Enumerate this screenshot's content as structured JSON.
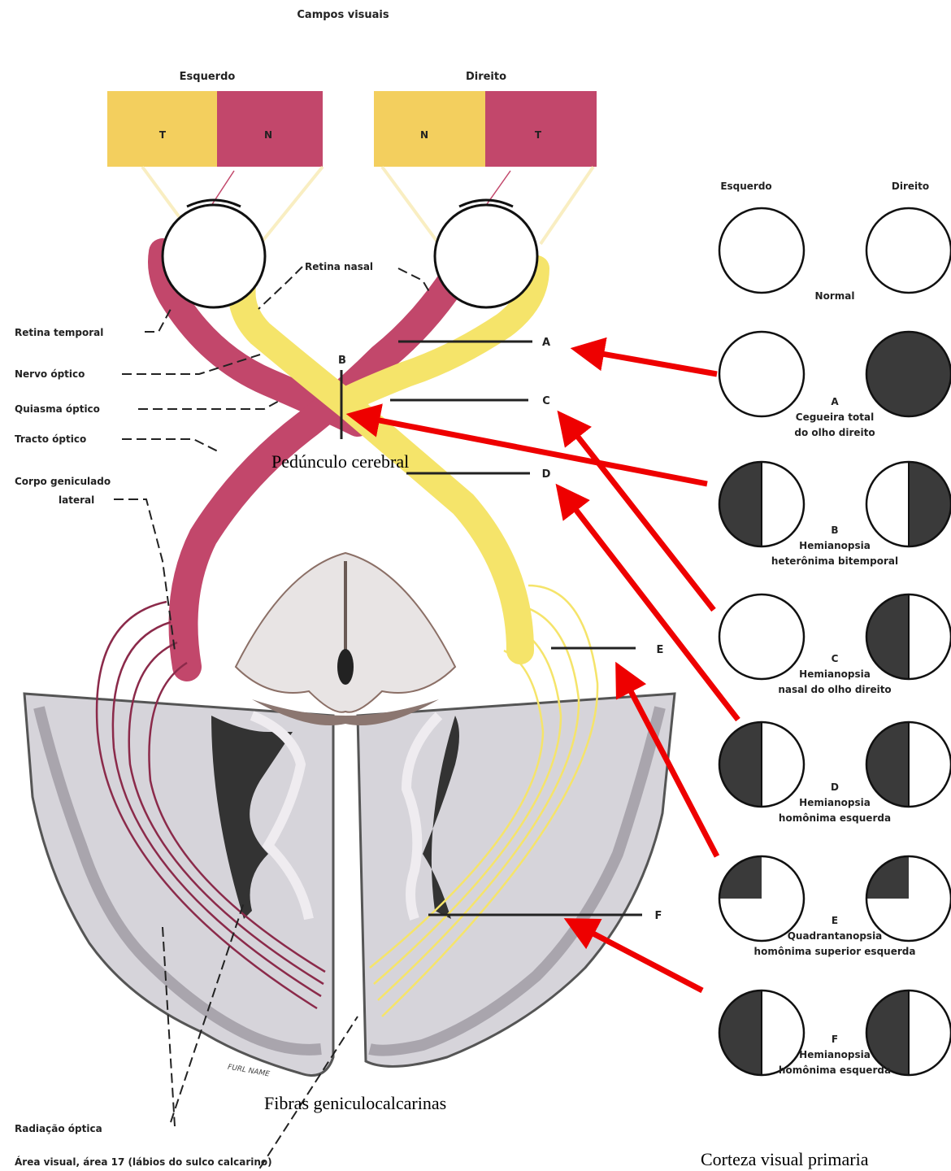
{
  "header": {
    "title": "Campos visuais"
  },
  "fields": {
    "left_label": "Esquerdo",
    "right_label": "Direito",
    "left_box": [
      "T",
      "N"
    ],
    "right_box": [
      "N",
      "T"
    ]
  },
  "anatomy": {
    "retina_nasal": "Retina nasal",
    "retina_temporal": "Retina temporal",
    "nervo_optico": "Nervo óptico",
    "quiasma": "Quiasma óptico",
    "tracto": "Tracto óptico",
    "corpo_1": "Corpo geniculado",
    "corpo_2": "lateral",
    "pedunculo": "Pedúnculo cerebral",
    "fibras": "Fibras geniculocalcarinas",
    "radiacao": "Radiação óptica",
    "area_visual": "Área visual, área 17 (lábios do sulco calcarino)",
    "signature": "FURL NAME",
    "corteza": "Corteza visual primaria"
  },
  "lesion_letters": [
    "A",
    "B",
    "C",
    "D",
    "E",
    "F"
  ],
  "defects": {
    "col_left": "Esquerdo",
    "col_right": "Direito",
    "rows": [
      {
        "letter": "",
        "lines": [
          "Normal"
        ],
        "left": "none",
        "right": "none"
      },
      {
        "letter": "A",
        "lines": [
          "Cegueira total",
          "do olho direito"
        ],
        "left": "none",
        "right": "full"
      },
      {
        "letter": "B",
        "lines": [
          "Hemianopsia",
          "heterônima bitemporal"
        ],
        "left": "left-half",
        "right": "right-half"
      },
      {
        "letter": "C",
        "lines": [
          "Hemianopsia",
          "nasal do olho direito"
        ],
        "left": "none",
        "right": "left-half"
      },
      {
        "letter": "D",
        "lines": [
          "Hemianopsia",
          "homônima esquerda"
        ],
        "left": "left-half",
        "right": "left-half"
      },
      {
        "letter": "E",
        "lines": [
          "Quadrantanopsia",
          "homônima superior esquerda"
        ],
        "left": "upper-left-quadrant",
        "right": "upper-left-quadrant"
      },
      {
        "letter": "F",
        "lines": [
          "Hemianopsia",
          "homônima esquerda"
        ],
        "left": "left-half",
        "right": "left-half"
      }
    ]
  },
  "colors": {
    "pink": "#c2476b",
    "yellow": "#f5e46a",
    "boxYellow": "#f3cf5e",
    "boxPink": "#c2476b",
    "arrow": "#ee0000",
    "dark": "#3a3a3a"
  }
}
